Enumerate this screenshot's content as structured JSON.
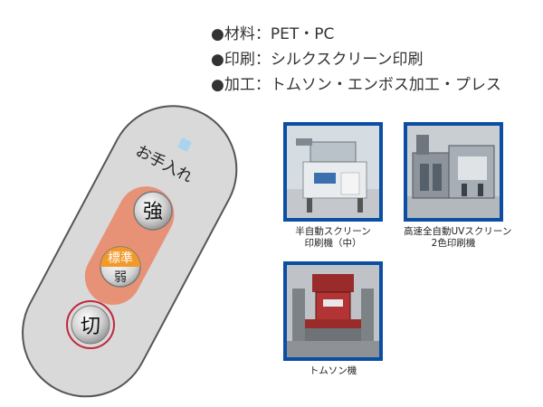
{
  "colors": {
    "remote_body": "#d9d9d9",
    "remote_outline": "#555555",
    "highlight_band": "#e88a6c",
    "standard_button": "#f19a2a",
    "off_ring": "#c0283a",
    "photo_frame": "#0b4ea3"
  },
  "specs": [
    {
      "bullet": "●",
      "text": "材料：PET・PC"
    },
    {
      "bullet": "●",
      "text": "印刷：シルクスクリーン印刷"
    },
    {
      "bullet": "●",
      "text": "加工：トムソン・エンボス加工・プレス"
    }
  ],
  "remote": {
    "label": "お手入れ",
    "strong": "強",
    "standard": "標準",
    "weak": "弱",
    "off": "切"
  },
  "photos": [
    {
      "caption_lines": [
        "半自動スクリーン",
        "印刷機（中）"
      ],
      "icon": "screen-printer-photo"
    },
    {
      "caption_lines": [
        "高速全自動UVスクリーン",
        "2色印刷機"
      ],
      "icon": "uv-printer-photo"
    },
    {
      "caption_lines": [
        "トムソン機"
      ],
      "icon": "die-cutter-photo"
    }
  ]
}
